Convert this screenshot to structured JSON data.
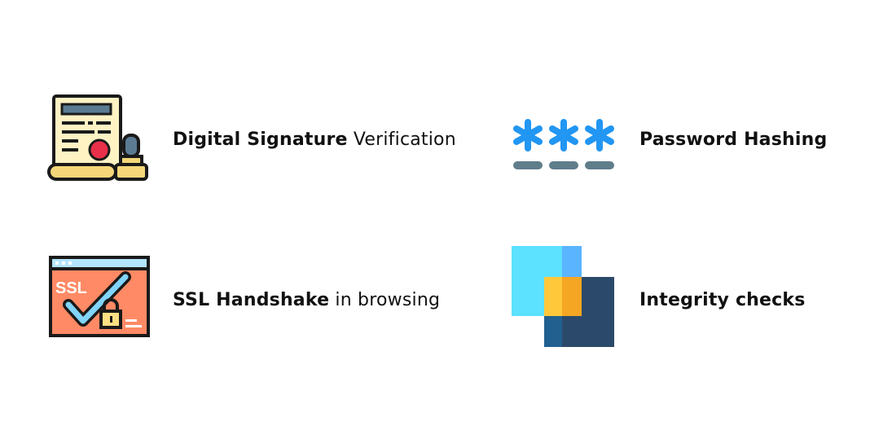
{
  "items": [
    {
      "icon": "certificate-stamp-icon",
      "bold_text": "Digital Signature",
      "regular_text": " Verification"
    },
    {
      "icon": "password-asterisks-icon",
      "bold_text": "Password Hashing",
      "regular_text": ""
    },
    {
      "icon": "ssl-browser-lock-icon",
      "bold_text": "SSL Handshake",
      "regular_text": " in browsing"
    },
    {
      "icon": "overlapping-squares-icon",
      "bold_text": "Integrity checks",
      "regular_text": ""
    }
  ]
}
